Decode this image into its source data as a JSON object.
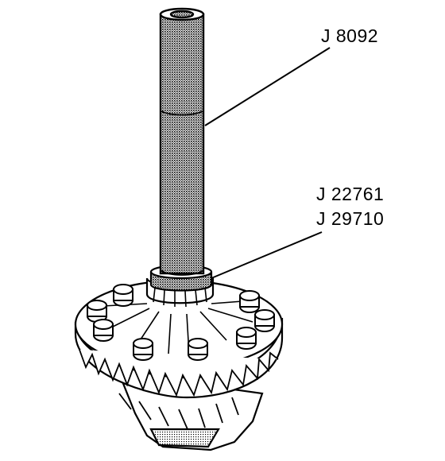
{
  "labels": {
    "tool_1": "J 8092",
    "tool_2": "J 22761",
    "tool_3": "J 29710"
  },
  "colors": {
    "ink": "#000000",
    "paper": "#ffffff",
    "stipple": "#9a9a9a"
  }
}
